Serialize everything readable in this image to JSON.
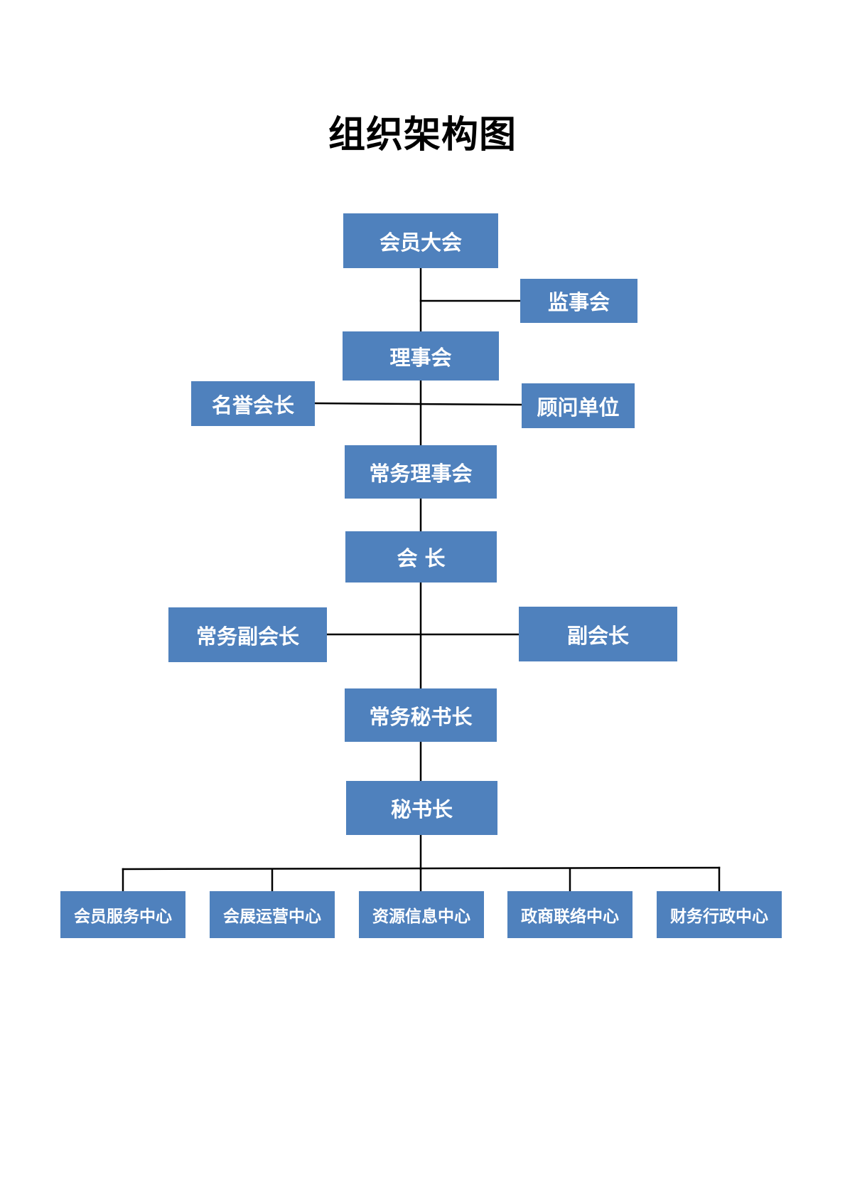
{
  "title": "组织架构图",
  "nodes": {
    "general_assembly": "会员大会",
    "supervisory_board": "监事会",
    "council": "理事会",
    "honorary_president": "名誉会长",
    "advisory_units": "顾问单位",
    "standing_council": "常务理事会",
    "president": "会 长",
    "executive_vice_president": "常务副会长",
    "vice_president": "副会长",
    "executive_secretary_general": "常务秘书长",
    "secretary_general": "秘书长"
  },
  "centers": [
    "会员服务中心",
    "会展运营中心",
    "资源信息中心",
    "政商联络中心",
    "财务行政中心"
  ],
  "colors": {
    "node_fill": "#4f81bd",
    "node_text": "#ffffff",
    "connector": "#000000"
  }
}
